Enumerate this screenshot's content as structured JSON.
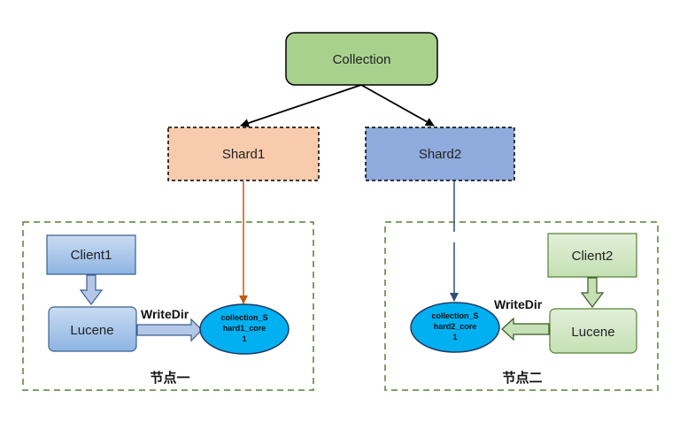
{
  "nodes": {
    "collection": {
      "label": "Collection",
      "fill": "#a9d18e",
      "stroke": "#000000"
    },
    "shard1": {
      "label": "Shard1",
      "fill": "#f8cbad",
      "stroke": "#000000"
    },
    "shard2": {
      "label": "Shard2",
      "fill": "#8faadc",
      "stroke": "#000000"
    },
    "client1": {
      "label": "Client1",
      "fill": "#9dc3e6"
    },
    "lucene1": {
      "label": "Lucene",
      "fill": "#9dc3e6"
    },
    "client2": {
      "label": "Client2",
      "fill": "#c5e0b4"
    },
    "lucene2": {
      "label": "Lucene",
      "fill": "#c5e0b4"
    },
    "core1": {
      "lines": [
        "collection_S",
        "hard1_core",
        "1"
      ],
      "fill": "#00b0f0"
    },
    "core2": {
      "lines": [
        "collection_S",
        "hard2_core",
        "1"
      ],
      "fill": "#00b0f0"
    }
  },
  "edges": {
    "writedir1": "WriteDir",
    "writedir2": "WriteDir",
    "shard1_link_color": "#c55a11",
    "shard2_link_color": "#2e4d7b"
  },
  "zones": {
    "node1": {
      "label": "节点一",
      "border": "#548235"
    },
    "node2": {
      "label": "节点二",
      "border": "#548235"
    }
  }
}
